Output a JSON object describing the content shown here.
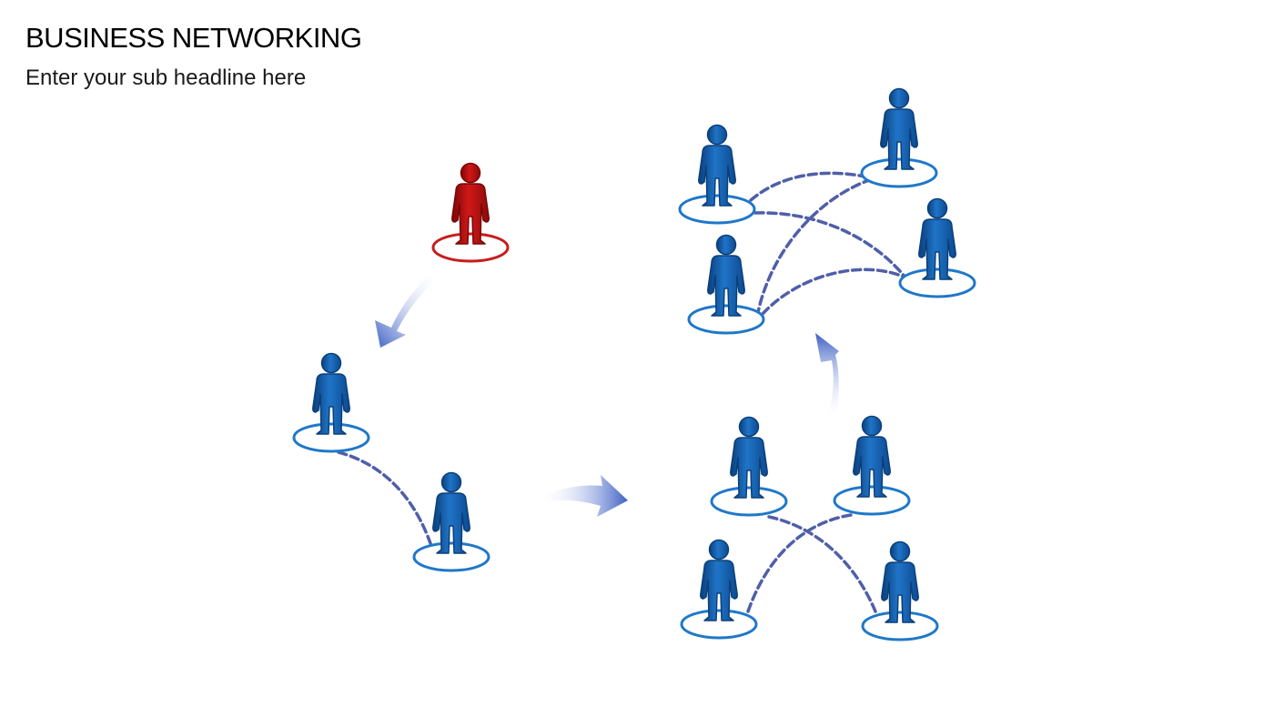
{
  "header": {
    "title": "BUSINESS NETWORKING",
    "subtitle": "Enter your sub headline here"
  },
  "colors": {
    "person_primary": "#1565b5",
    "person_dark": "#0b3f7a",
    "person_highlight": "#3d8ee0",
    "person_accent": "#c40f0f",
    "person_accent_dark": "#7a0606",
    "ring_primary": "#1f78c8",
    "ring_accent": "#c81c1c",
    "connection_line": "#4f5fa8",
    "arrow_start": "#ffffff",
    "arrow_end": "#3d5fc4"
  },
  "diagram": {
    "stages": [
      {
        "id": "stage-origin",
        "people": [
          {
            "role": "accent"
          }
        ]
      },
      {
        "id": "stage-pair",
        "people": [
          {
            "role": "primary"
          },
          {
            "role": "primary"
          }
        ]
      },
      {
        "id": "stage-four",
        "people": [
          {
            "role": "primary"
          },
          {
            "role": "primary"
          },
          {
            "role": "primary"
          },
          {
            "role": "primary"
          }
        ]
      },
      {
        "id": "stage-network",
        "people": [
          {
            "role": "primary"
          },
          {
            "role": "primary"
          },
          {
            "role": "primary"
          },
          {
            "role": "primary"
          }
        ]
      }
    ]
  }
}
